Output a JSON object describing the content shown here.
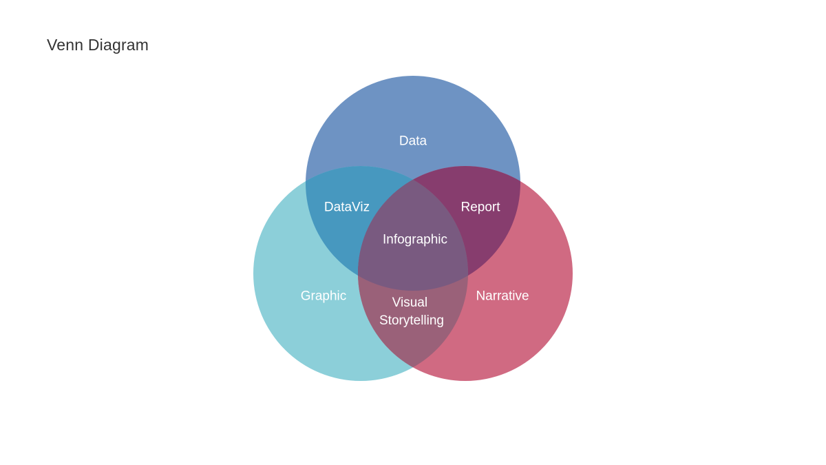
{
  "page": {
    "title": "Venn Diagram"
  },
  "venn": {
    "sets": [
      {
        "key": "data",
        "label": "Data",
        "color": "#6e93c3"
      },
      {
        "key": "graphic",
        "label": "Graphic",
        "color": "#8ccfd9"
      },
      {
        "key": "narrative",
        "label": "Narrative",
        "color": "#d06a82"
      }
    ],
    "intersections": {
      "data_graphic": "DataViz",
      "data_narrative": "Report",
      "graphic_narrative": [
        "Visual",
        "Storytelling"
      ],
      "all": "Infographic"
    },
    "overlap_colors": {
      "data_graphic": "#4798bf",
      "data_narrative": "#873d6e",
      "graphic_narrative": "#9a6179",
      "all": "#795a80"
    }
  }
}
